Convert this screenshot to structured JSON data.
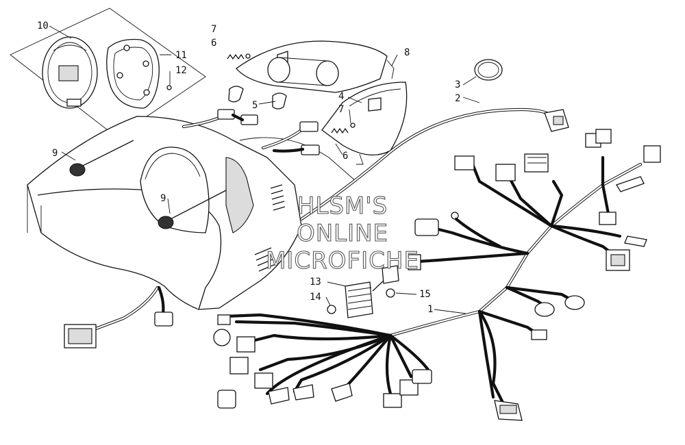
{
  "diagram": {
    "callouts": {
      "c1": "1",
      "c2": "2",
      "c3": "3",
      "c4": "4",
      "c5": "5",
      "c6a": "6",
      "c6b": "6",
      "c7a": "7",
      "c7b": "7",
      "c8": "8",
      "c9a": "9",
      "c9b": "9",
      "c10": "10",
      "c11": "11",
      "c12": "12",
      "c13": "13",
      "c14": "14",
      "c15": "15"
    },
    "watermark": [
      "HLSM'S",
      "ONLINE",
      "MICROFICHE"
    ]
  }
}
